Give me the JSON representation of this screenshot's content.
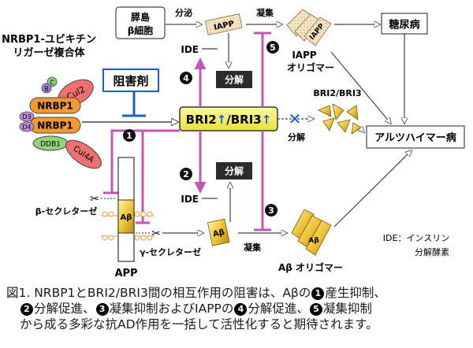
{
  "complex": {
    "title_line1": "NRBP1-ユビキチン",
    "title_line2": "リガーゼ複合体",
    "subunits": {
      "cul2": "Cul2",
      "c": "C",
      "b": "B",
      "nrbp1_a": "NRBP1",
      "nrbp1_b": "NRBP1",
      "d3": "D3",
      "d4": "D4",
      "ddb1": "DDB1",
      "cul4a": "Cul4A"
    }
  },
  "inhibitor": "阻害剤",
  "bri": {
    "label": "BRI2↑/BRI3↑",
    "text_a": "BRI2",
    "text_b": "/BRI3",
    "arrow": "↑",
    "fragment_label": "BRI2/BRI3",
    "degrade_label": "分解"
  },
  "pancreas": {
    "line1": "膵島",
    "line2": "β細胞"
  },
  "iapp": {
    "secrete": "分泌",
    "monomer": "IAPP",
    "aggregate": "凝集",
    "oligo_sheet": "IAPP",
    "oligo_line1": "IAPP",
    "oligo_line2": "オリゴマー",
    "ide": "IDE",
    "degrade": "分解"
  },
  "diabetes": "糖尿病",
  "alzheimer": "アルツハイマー病",
  "abeta": {
    "ide": "IDE",
    "degrade": "分解",
    "monomer": "Aβ",
    "aggregate": "凝集",
    "oligo_sheet": "Aβ",
    "oligo_label": "Aβ オリゴマー"
  },
  "app": {
    "label": "APP",
    "abeta_segment": "Aβ",
    "beta_secretase": "β-セクレターゼ",
    "gamma_secretase": "γ-セクレターゼ"
  },
  "numbers": [
    "❶",
    "❷",
    "❸",
    "❹",
    "❺"
  ],
  "legend": {
    "line1": "IDE：インスリン",
    "line2": "分解酵素"
  },
  "caption": {
    "l1a": "図1. NRBP1とBRI2/BRI3間の相互作用の阻害は、Aβの",
    "n1": "1",
    "l1b": "産生抑制、",
    "n2": "2",
    "l2a": "分解促進、",
    "n3": "3",
    "l2b": "凝集抑制およびIAPPの",
    "n4": "4",
    "l2c": "分解促進、",
    "n5": "5",
    "l2d": "凝集抑制",
    "l3": "から成る多彩な抗AD作用を一括して活性化すると期待されます。"
  },
  "colors": {
    "magenta": "#c354b9",
    "blue": "#1f5ec9",
    "bri_fill": "#f2ef55",
    "gold": "#f2c94c",
    "cul2": "#f06f6f",
    "nrbp1": "#f29a2c",
    "d_sub": "#bb8ce0",
    "ddb1": "#8fd476",
    "c_sub": "#7fd27a",
    "b_sub": "#a27bd6",
    "iapp_fill": "#f6e6c8",
    "black": "#111111"
  }
}
